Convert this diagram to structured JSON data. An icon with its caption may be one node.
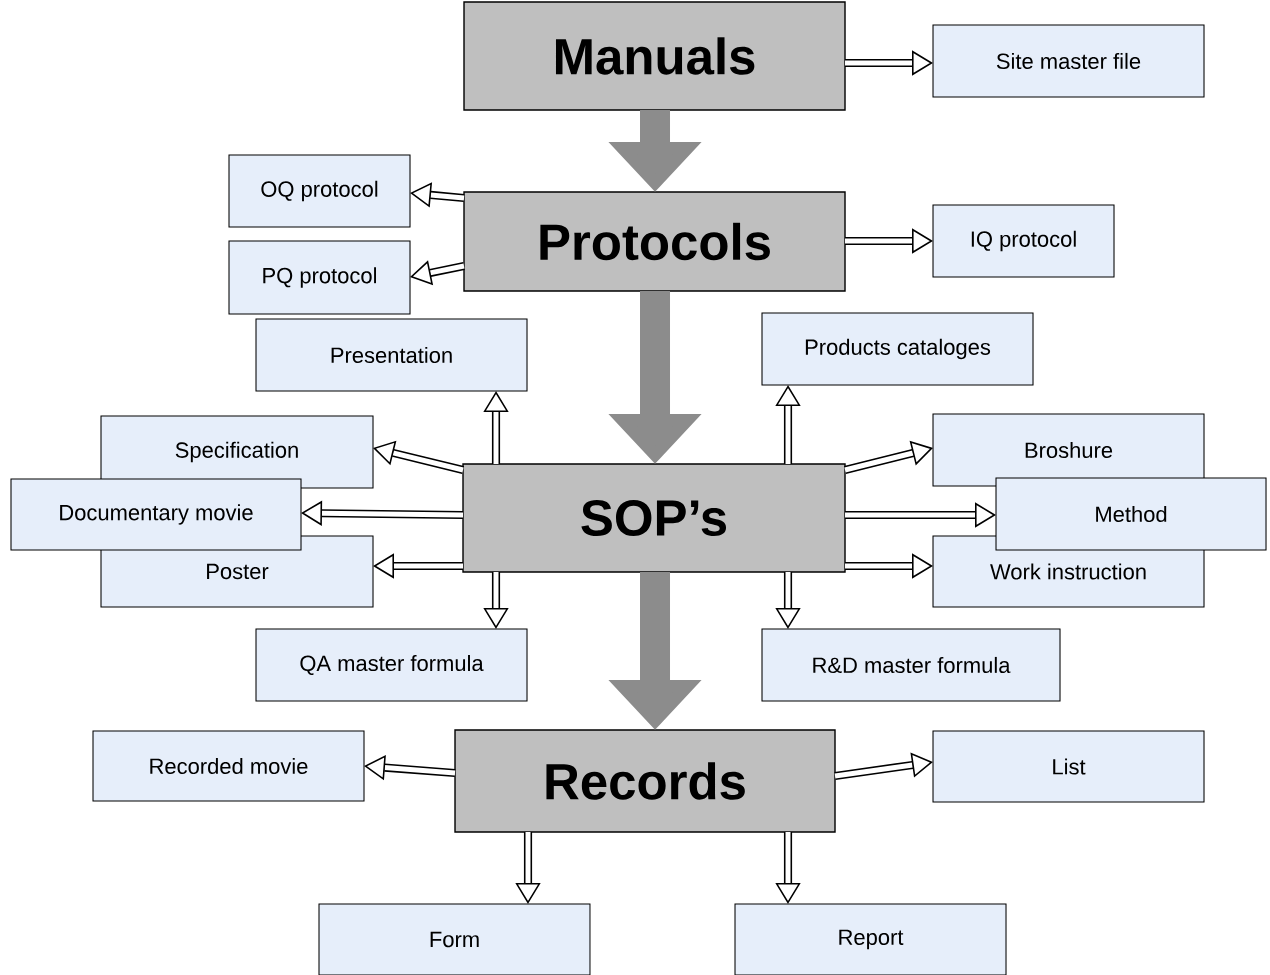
{
  "diagram": {
    "nodes": [
      {
        "text": [
          "Manuals"
        ]
      },
      {
        "text": [
          "Site master file"
        ]
      },
      {
        "text": [
          "Protocols"
        ]
      },
      {
        "text": [
          "OQ protocol"
        ]
      },
      {
        "text": [
          "PQ protocol"
        ]
      },
      {
        "text": [
          "IQ protocol"
        ]
      },
      {
        "text": [
          "SOP’s"
        ]
      },
      {
        "text": [
          "Presentation"
        ]
      },
      {
        "text": [
          "Products cataloges"
        ]
      },
      {
        "text": [
          "Specification"
        ]
      },
      {
        "text": [
          "Documentary movie"
        ]
      },
      {
        "text": [
          "Poster"
        ]
      },
      {
        "text": [
          "Broshure"
        ]
      },
      {
        "text": [
          "Method"
        ]
      },
      {
        "text": [
          "Work instruction"
        ]
      },
      {
        "text": [
          "QA master formula"
        ]
      },
      {
        "text": [
          "R&D master formula"
        ]
      },
      {
        "text": [
          "Records"
        ]
      },
      {
        "text": [
          "Recorded movie"
        ]
      },
      {
        "text": [
          "List"
        ]
      },
      {
        "text": [
          "Form"
        ]
      },
      {
        "text": [
          "Report"
        ]
      }
    ],
    "edges": [
      {
        "from": 0,
        "to": 1,
        "arrow": "to"
      },
      {
        "from": 0,
        "to": 2,
        "arrow": "to",
        "style": "thick",
        "color": "#8c8c8c"
      },
      {
        "from": 2,
        "to": 3,
        "arrow": "to"
      },
      {
        "from": 2,
        "to": 4,
        "arrow": "to"
      },
      {
        "from": 2,
        "to": 5,
        "arrow": "to"
      },
      {
        "from": 2,
        "to": 6,
        "arrow": "to",
        "style": "thick",
        "color": "#8c8c8c"
      },
      {
        "from": 6,
        "to": 7,
        "arrow": "to"
      },
      {
        "from": 6,
        "to": 8,
        "arrow": "to"
      },
      {
        "from": 6,
        "to": 9,
        "arrow": "to"
      },
      {
        "from": 6,
        "to": 10,
        "arrow": "to"
      },
      {
        "from": 6,
        "to": 11,
        "arrow": "to"
      },
      {
        "from": 6,
        "to": 12,
        "arrow": "to"
      },
      {
        "from": 6,
        "to": 13,
        "arrow": "to"
      },
      {
        "from": 6,
        "to": 14,
        "arrow": "to"
      },
      {
        "from": 6,
        "to": 15,
        "arrow": "to"
      },
      {
        "from": 6,
        "to": 16,
        "arrow": "to"
      },
      {
        "from": 6,
        "to": 17,
        "arrow": "to",
        "style": "thick",
        "color": "#8c8c8c"
      },
      {
        "from": 17,
        "to": 18,
        "arrow": "to"
      },
      {
        "from": 17,
        "to": 19,
        "arrow": "to"
      },
      {
        "from": 17,
        "to": 20,
        "arrow": "to"
      },
      {
        "from": 17,
        "to": 21,
        "arrow": "to"
      }
    ]
  }
}
